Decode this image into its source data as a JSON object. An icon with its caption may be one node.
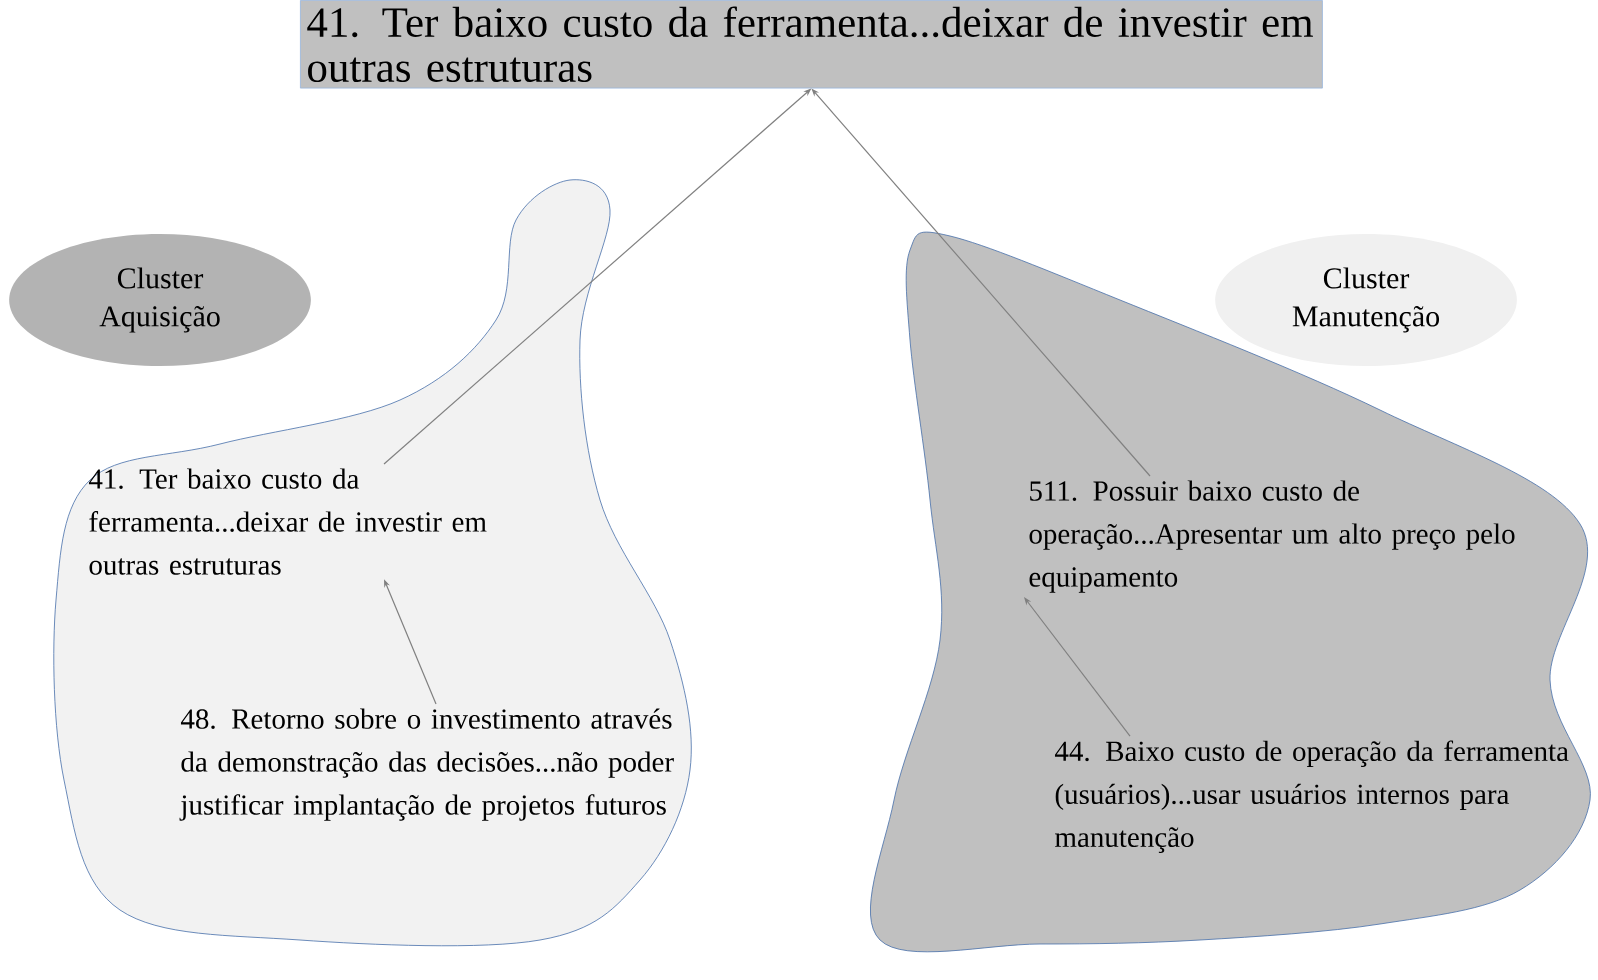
{
  "diagram": {
    "nodes": [
      {
        "text": [
          "41. Ter baixo custo da ferramenta...deixar de investir em outras estruturas"
        ]
      },
      {
        "text": [
          "Cluster Aquisição"
        ]
      },
      {
        "text": [
          "Cluster Manutenção"
        ]
      },
      {
        "text": [],
        "shape": "cloud"
      },
      {
        "text": [],
        "shape": "cloud"
      },
      {
        "text": [
          "41. Ter baixo custo da ferramenta...deixar de investir em outras estruturas"
        ],
        "in": 3
      },
      {
        "text": [
          "48. Retorno sobre o investimento através da demonstração das decisões...não poder justificar implantação de projetos futuros"
        ],
        "in": 3
      },
      {
        "text": [
          "511. Possuir baixo custo de operação...Apresentar um alto preço pelo equipamento"
        ],
        "in": 4
      },
      {
        "text": [
          "44. Baixo custo de operação da ferramenta (usuários)...usar usuários internos para manutenção"
        ],
        "in": 4
      }
    ],
    "edges": [
      {
        "from": 5,
        "to": 0,
        "arrow": "to"
      },
      {
        "from": 7,
        "to": 0,
        "arrow": "to"
      },
      {
        "from": 6,
        "to": 5,
        "arrow": "to"
      },
      {
        "from": 8,
        "to": 7,
        "arrow": "to"
      }
    ]
  }
}
